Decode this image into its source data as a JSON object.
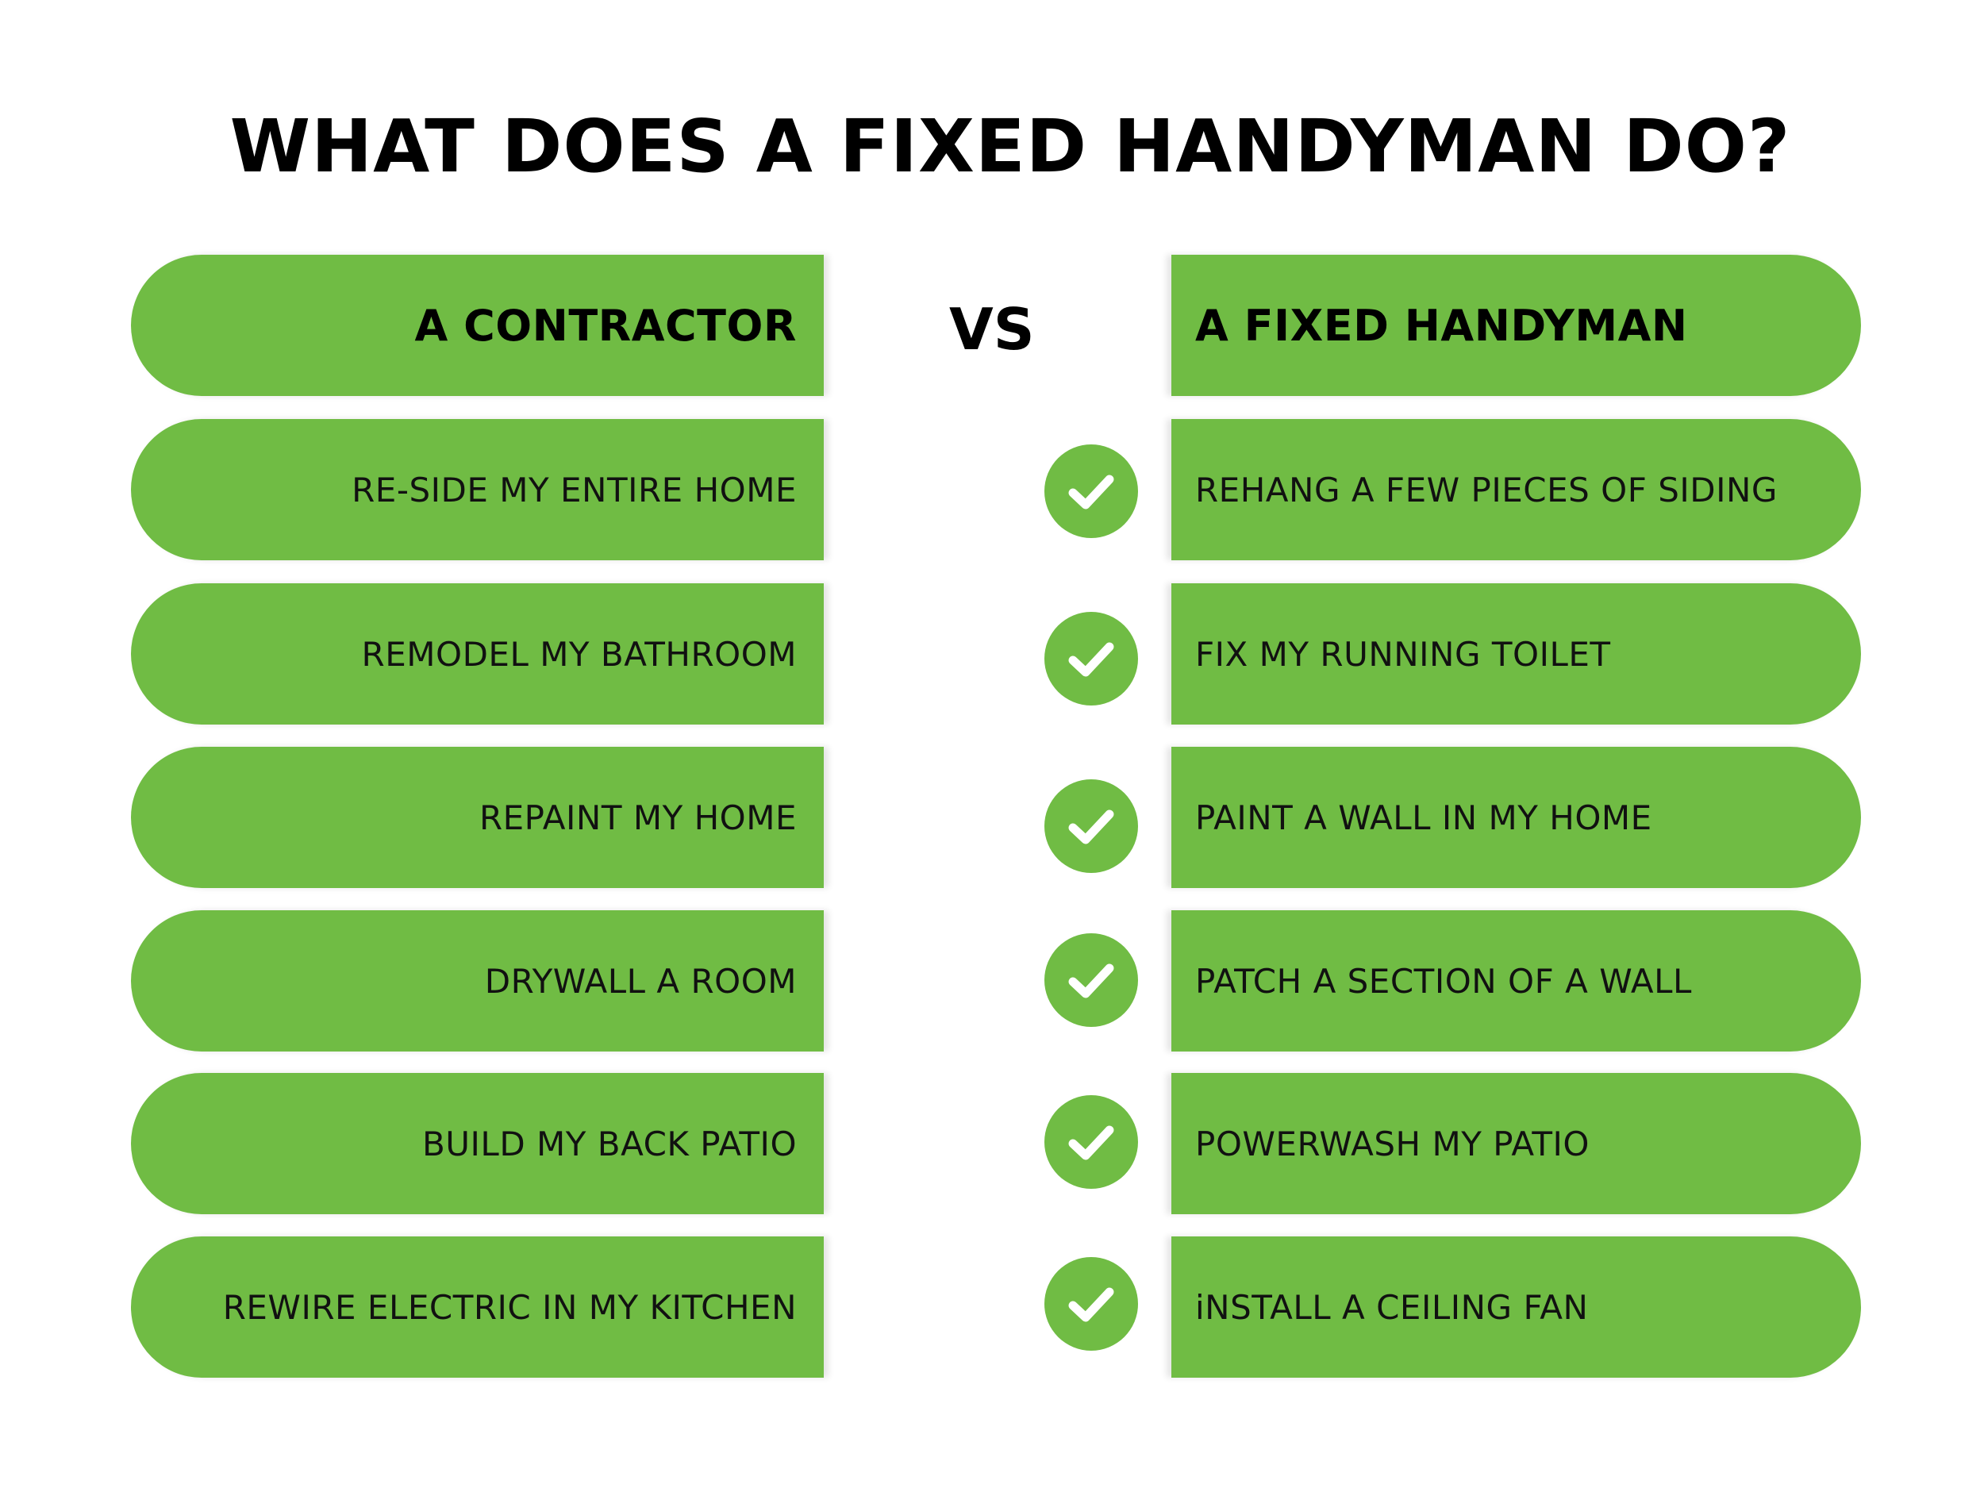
{
  "title": "WHAT DOES A FIXED HANDYMAN DO?",
  "vs_label": "VS",
  "accent_color": "#70bc44",
  "left": {
    "header": "A CONTRACTOR",
    "items": [
      "RE-SIDE MY ENTIRE HOME",
      "REMODEL MY BATHROOM",
      "REPAINT MY HOME",
      "DRYWALL A ROOM",
      "BUILD MY BACK PATIO",
      "REWIRE ELECTRIC IN MY KITCHEN"
    ]
  },
  "right": {
    "header": "A FIXED HANDYMAN",
    "items": [
      "REHANG A FEW PIECES OF SIDING",
      "FIX MY RUNNING TOILET",
      "PAINT A WALL IN MY HOME",
      "PATCH A SECTION OF A WALL",
      "POWERWASH MY PATIO",
      "iNSTALL A CEILING FAN"
    ]
  },
  "check_icon": "checkmark-icon"
}
